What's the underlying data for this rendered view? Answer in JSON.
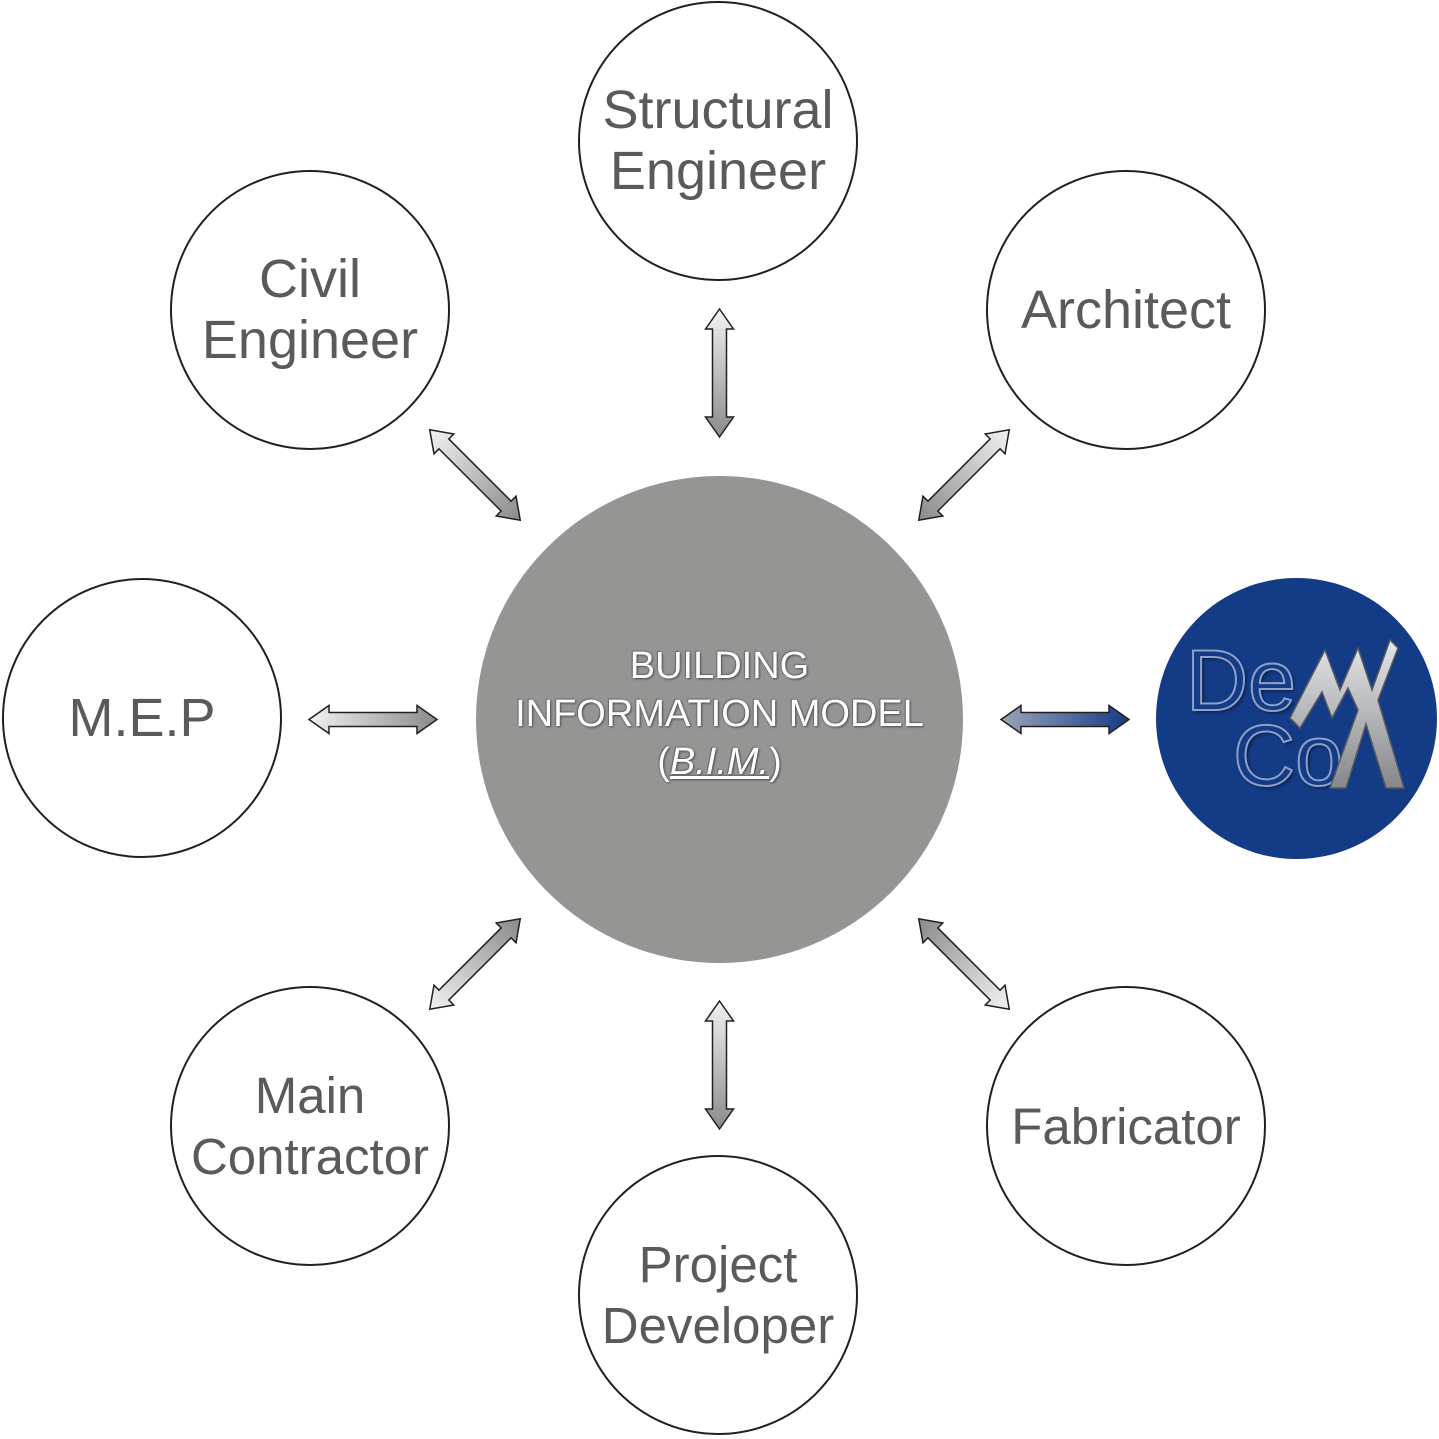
{
  "center": {
    "line1": "BUILDING",
    "line2": "INFORMATION MODEL",
    "paren_open": "(",
    "abbreviation": "B.I.M.",
    "paren_close": ")",
    "color": "#959594"
  },
  "nodes": {
    "structural": [
      "Structural",
      "Engineer"
    ],
    "civil": [
      "Civil",
      "Engineer"
    ],
    "architect": [
      "Architect"
    ],
    "mep": [
      "M.E.P"
    ],
    "contractor": [
      "Main",
      "Contractor"
    ],
    "fabricator": [
      "Fabricator"
    ],
    "developer": [
      "Project",
      "Developer"
    ]
  },
  "logo": {
    "line1": "De",
    "line2": "Co",
    "background": "#143b86"
  },
  "arrow_style": {
    "gray": [
      "#f2f2f2",
      "#8a8a8a"
    ],
    "blue": [
      "#9aa5b8",
      "#143b86"
    ]
  }
}
